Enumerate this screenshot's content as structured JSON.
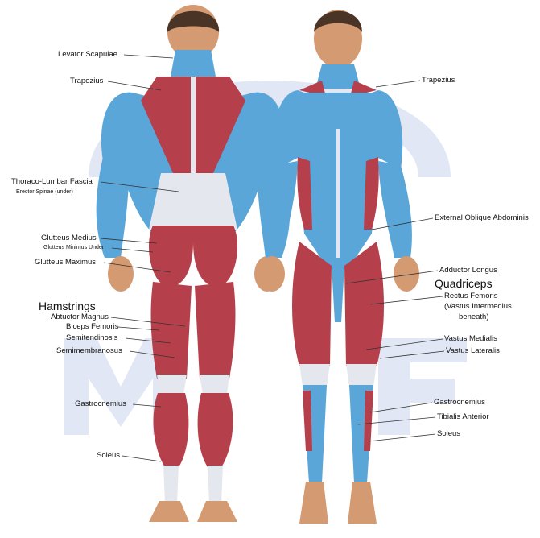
{
  "watermark": {
    "brand_color": "#c9d4ec"
  },
  "colors": {
    "muscle_target": "#b5404c",
    "muscle_other": "#5aa6d8",
    "tendon": "#e4e8ee",
    "skin": "#d49a72",
    "hair": "#4a3426"
  },
  "back_view": {
    "labels": {
      "levator_scapulae": "Levator Scapulae",
      "trapezius": "Trapezius",
      "thoraco_lumbar_fascia": "Thoraco-Lumbar Fascia",
      "erector_spinae": "Erector Spinae (under)",
      "gluteus_medius": "Glutteus Medius",
      "gluteus_minimus": "Glutteus Minimus Under",
      "gluteus_maximus": "Glutteus Maximus",
      "hamstrings_heading": "Hamstrings",
      "adductor_magnus": "Abtuctor Magnus",
      "biceps_femoris": "Biceps Femoris",
      "semitendinosis": "Semitendinosis",
      "semimembranosus": "Semimembranosus",
      "gastrocnemius": "Gastrocnemius",
      "soleus": "Soleus"
    }
  },
  "front_view": {
    "labels": {
      "trapezius": "Trapezius",
      "external_oblique": "External Oblique Abdominis",
      "adductor_longus": "Adductor Longus",
      "quadriceps_heading": "Quadriceps",
      "rectus_femoris": "Rectus Femoris",
      "vastus_intermedius_1": "(Vastus Intermedius",
      "vastus_intermedius_2": "beneath)",
      "vastus_medialis": "Vastus Medialis",
      "vastus_lateralis": "Vastus Lateralis",
      "gastrocnemius": "Gastrocnemius",
      "tibialis_anterior": "Tibialis Anterior",
      "soleus": "Soleus"
    }
  }
}
